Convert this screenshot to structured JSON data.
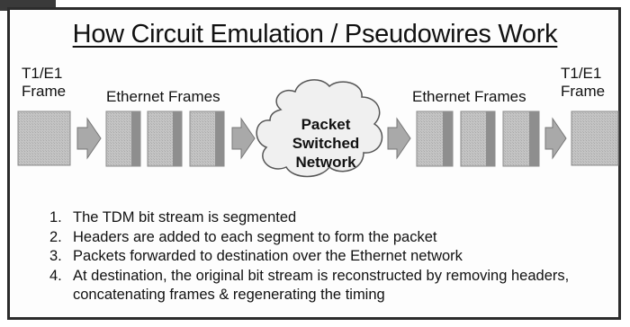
{
  "title": "How Circuit Emulation / Pseudowires Work",
  "left_label_line1": "T1/E1",
  "left_label_line2": "Frame",
  "right_label_line1": "T1/E1",
  "right_label_line2": "Frame",
  "ethernet_left": "Ethernet Frames",
  "ethernet_right": "Ethernet Frames",
  "cloud_line1": "Packet",
  "cloud_line2": "Switched",
  "cloud_line3": "Network",
  "steps": [
    {
      "num": "1.",
      "text": "The TDM bit stream is segmented"
    },
    {
      "num": "2.",
      "text": "Headers are added to each segment to form the packet"
    },
    {
      "num": "3.",
      "text": "Packets forwarded to destination over the Ethernet network"
    },
    {
      "num": "4.",
      "text": "At destination, the original bit stream is reconstructed by removing headers, concatenating frames & regenerating the timing"
    }
  ]
}
